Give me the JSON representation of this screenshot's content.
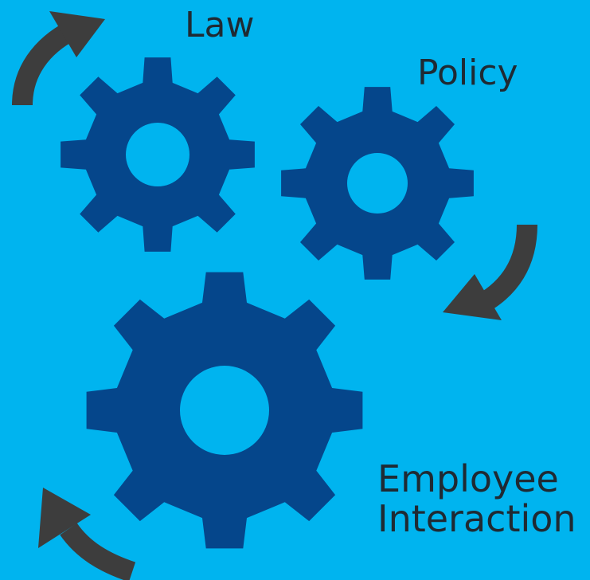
{
  "colors": {
    "background": "#00b4ef",
    "gear": "#05468b",
    "arrow": "#3d3d3d",
    "text": "#1f2a33"
  },
  "labels": {
    "law": "Law",
    "policy": "Policy",
    "employee_line1": "Employee",
    "employee_line2": "Interaction"
  },
  "icons": {
    "gears": [
      "law-gear-icon",
      "policy-gear-icon",
      "employee-interaction-gear-icon"
    ],
    "arrows": [
      "top-left-curved-arrow-icon",
      "right-curved-arrow-icon",
      "bottom-left-curved-arrow-icon"
    ]
  }
}
